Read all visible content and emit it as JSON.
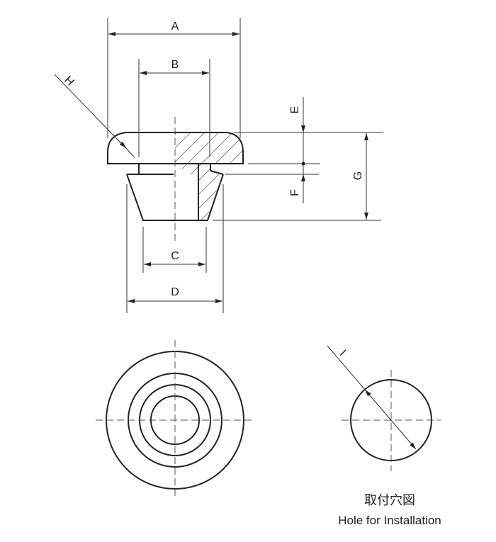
{
  "drawing": {
    "labels": {
      "A": "A",
      "B": "B",
      "C": "C",
      "D": "D",
      "E": "E",
      "F": "F",
      "G": "G",
      "H": "H",
      "I": "I"
    },
    "caption_jp": "取付穴図",
    "caption_en": "Hole for Installation"
  }
}
